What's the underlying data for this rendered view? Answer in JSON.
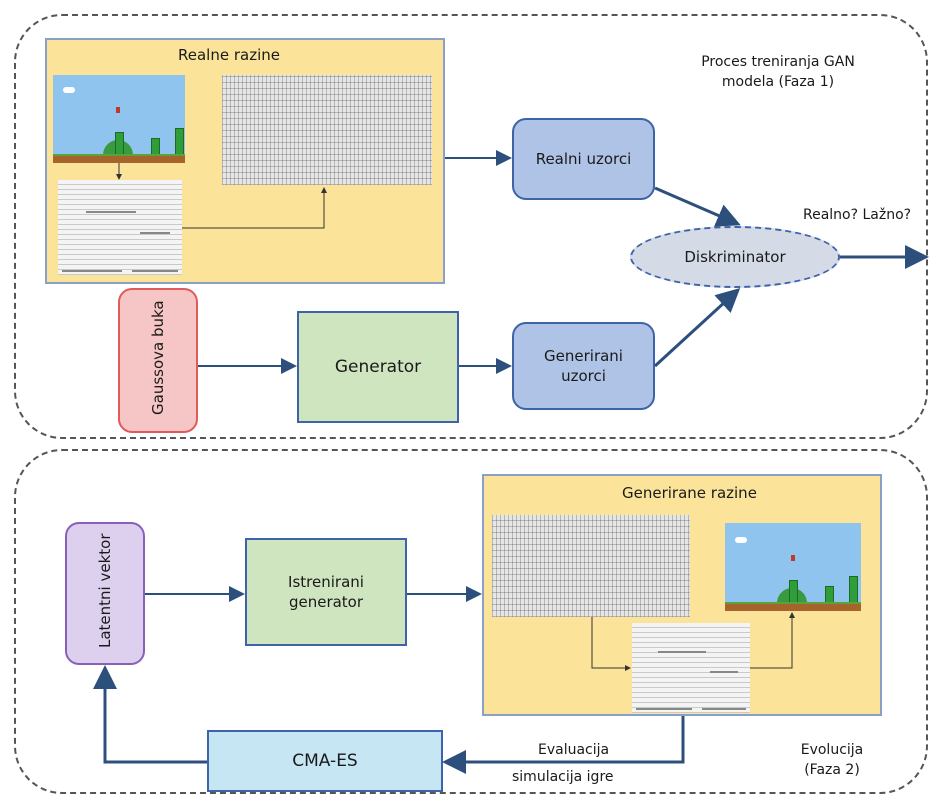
{
  "phase1": {
    "title": "Proces treniranja GAN modela (Faza 1)",
    "real_levels_title": "Realne razine",
    "real_samples": "Realni uzorci",
    "discriminator": "Diskriminator",
    "output_question": "Realno? Lažno?",
    "noise": "Gaussova buka",
    "generator": "Generator",
    "generated_samples": "Generirani uzorci"
  },
  "phase2": {
    "title": "Evolucija (Faza 2)",
    "latent_vector": "Latentni vektor",
    "trained_generator": "Istrenirani generator",
    "generated_levels_title": "Generirane razine",
    "cma_es": "CMA-ES",
    "evaluation_line1": "Evaluacija",
    "evaluation_line2": "simulacija igre"
  },
  "colors": {
    "arrow": "#2c4f7c",
    "level_box": "#fbe49a",
    "sample_box": "#aec3e6",
    "generator_box": "#cfe5bf",
    "noise_box": "#f6c6c6",
    "latent_box": "#ddd0ee",
    "cma_box": "#c7e6f3"
  }
}
